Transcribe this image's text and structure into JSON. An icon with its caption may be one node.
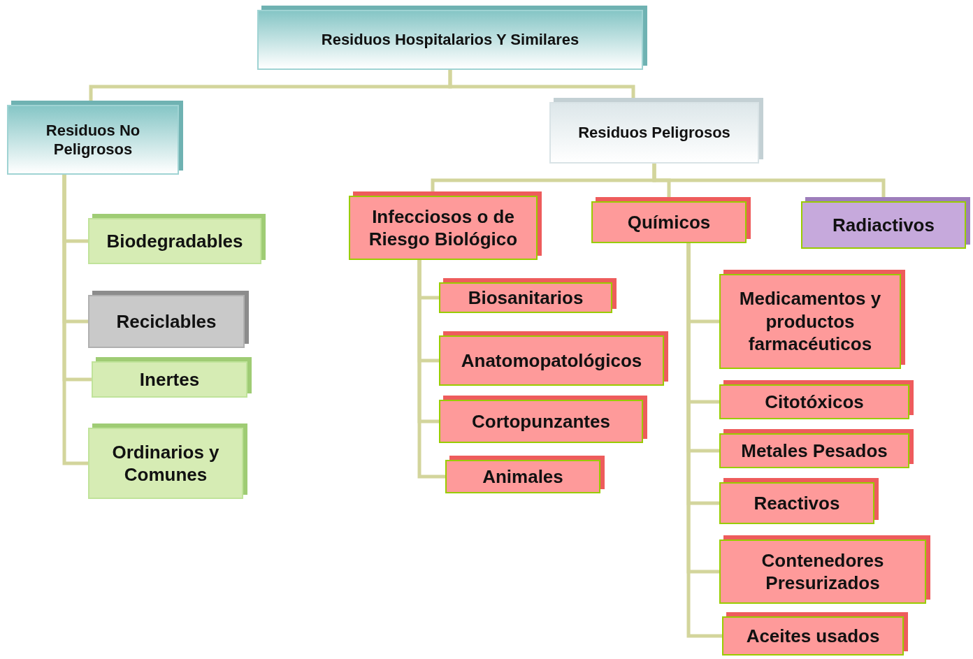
{
  "diagram": {
    "nodes": [
      {
        "text": [
          "Residuos Hospitalarios Y Similares"
        ]
      },
      {
        "text": [
          "Residuos No Peligrosos"
        ]
      },
      {
        "text": [
          "Residuos Peligrosos"
        ]
      },
      {
        "text": [
          "Biodegradables"
        ]
      },
      {
        "text": [
          "Reciclables"
        ]
      },
      {
        "text": [
          "Inertes"
        ]
      },
      {
        "text": [
          "Ordinarios y Comunes"
        ]
      },
      {
        "text": [
          "Infecciosos o de Riesgo Biológico"
        ]
      },
      {
        "text": [
          "Químicos"
        ]
      },
      {
        "text": [
          "Radiactivos"
        ]
      },
      {
        "text": [
          "Biosanitarios"
        ]
      },
      {
        "text": [
          "Anatomopatológicos"
        ]
      },
      {
        "text": [
          "Cortopunzantes"
        ]
      },
      {
        "text": [
          "Animales"
        ]
      },
      {
        "text": [
          "Medicamentos y productos farmacéuticos"
        ]
      },
      {
        "text": [
          "Citotóxicos"
        ]
      },
      {
        "text": [
          "Metales Pesados"
        ]
      },
      {
        "text": [
          "Reactivos"
        ]
      },
      {
        "text": [
          "Contenedores Presurizados"
        ]
      },
      {
        "text": [
          "Aceites usados"
        ]
      }
    ],
    "edges": [
      {
        "from": 0,
        "to": 1,
        "arrow": "none"
      },
      {
        "from": 0,
        "to": 2,
        "arrow": "none"
      },
      {
        "from": 1,
        "to": 3,
        "arrow": "none"
      },
      {
        "from": 1,
        "to": 4,
        "arrow": "none"
      },
      {
        "from": 1,
        "to": 5,
        "arrow": "none"
      },
      {
        "from": 1,
        "to": 6,
        "arrow": "none"
      },
      {
        "from": 2,
        "to": 7,
        "arrow": "none"
      },
      {
        "from": 2,
        "to": 8,
        "arrow": "none"
      },
      {
        "from": 2,
        "to": 9,
        "arrow": "none"
      },
      {
        "from": 7,
        "to": 10,
        "arrow": "none"
      },
      {
        "from": 7,
        "to": 11,
        "arrow": "none"
      },
      {
        "from": 7,
        "to": 12,
        "arrow": "none"
      },
      {
        "from": 7,
        "to": 13,
        "arrow": "none"
      },
      {
        "from": 8,
        "to": 14,
        "arrow": "none"
      },
      {
        "from": 8,
        "to": 15,
        "arrow": "none"
      },
      {
        "from": 8,
        "to": 16,
        "arrow": "none"
      },
      {
        "from": 8,
        "to": 17,
        "arrow": "none"
      },
      {
        "from": 8,
        "to": 18,
        "arrow": "none"
      },
      {
        "from": 8,
        "to": 19,
        "arrow": "none"
      }
    ]
  }
}
